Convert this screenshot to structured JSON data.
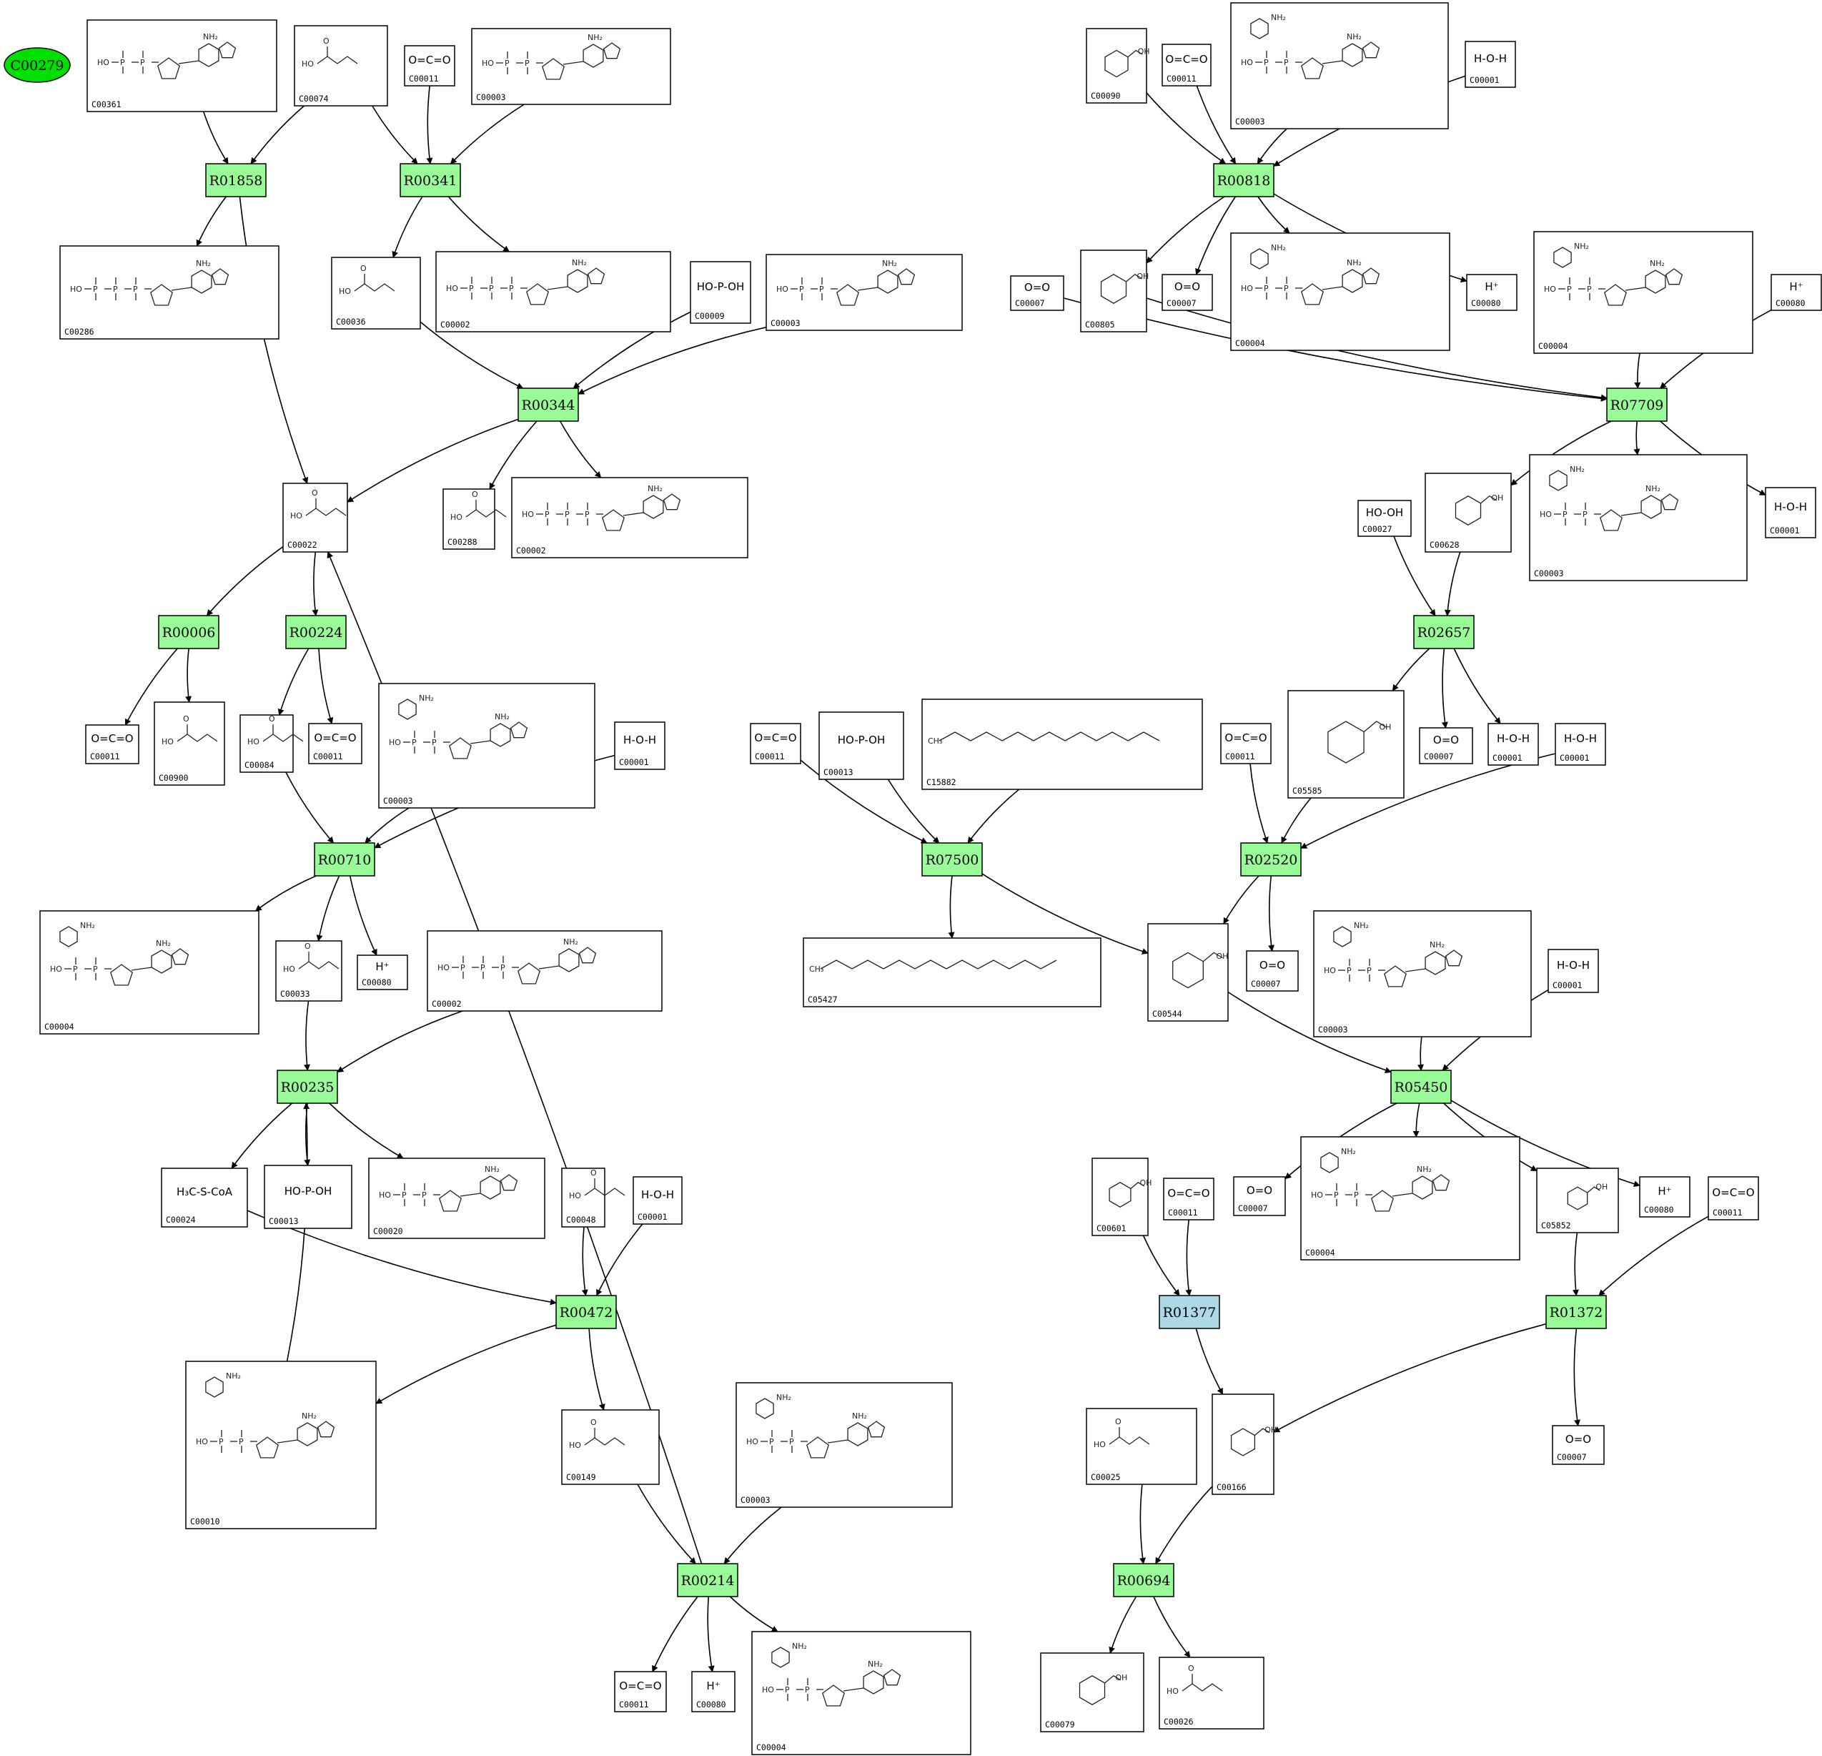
{
  "start_node": {
    "label": "C00279"
  },
  "reactions": [
    {
      "id": "R01858",
      "label": "R01858",
      "kind": "normal"
    },
    {
      "id": "R00341",
      "label": "R00341",
      "kind": "normal"
    },
    {
      "id": "R00344",
      "label": "R00344",
      "kind": "normal"
    },
    {
      "id": "R00006",
      "label": "R00006",
      "kind": "normal"
    },
    {
      "id": "R00224",
      "label": "R00224",
      "kind": "normal"
    },
    {
      "id": "R00710",
      "label": "R00710",
      "kind": "normal"
    },
    {
      "id": "R00235",
      "label": "R00235",
      "kind": "normal"
    },
    {
      "id": "R00472",
      "label": "R00472",
      "kind": "normal"
    },
    {
      "id": "R00214",
      "label": "R00214",
      "kind": "normal"
    },
    {
      "id": "R00818",
      "label": "R00818",
      "kind": "normal"
    },
    {
      "id": "R07709",
      "label": "R07709",
      "kind": "normal"
    },
    {
      "id": "R02657",
      "label": "R02657",
      "kind": "normal"
    },
    {
      "id": "R07500",
      "label": "R07500",
      "kind": "normal"
    },
    {
      "id": "R02520",
      "label": "R02520",
      "kind": "normal"
    },
    {
      "id": "R05450",
      "label": "R05450",
      "kind": "normal"
    },
    {
      "id": "R01377",
      "label": "R01377",
      "kind": "highlight"
    },
    {
      "id": "R01372",
      "label": "R01372",
      "kind": "normal"
    },
    {
      "id": "R00694",
      "label": "R00694",
      "kind": "normal"
    }
  ],
  "compounds": [
    {
      "key": "c00361_a",
      "id": "C00361",
      "structure": "nucleotide-diphosphate"
    },
    {
      "key": "c00074_a",
      "id": "C00074",
      "structure": "small"
    },
    {
      "key": "c00011_a",
      "id": "C00011",
      "structure": "co2"
    },
    {
      "key": "c00003_a",
      "id": "C00003",
      "structure": "nucleotide"
    },
    {
      "key": "c00286_a",
      "id": "C00286",
      "structure": "nucleotide-triphosphate"
    },
    {
      "key": "c00036_a",
      "id": "C00036",
      "structure": "small"
    },
    {
      "key": "c00002_a",
      "id": "C00002",
      "structure": "nucleotide-triphosphate"
    },
    {
      "key": "c00009_a",
      "id": "C00009",
      "structure": "phosphate"
    },
    {
      "key": "c00003_b",
      "id": "C00003",
      "structure": "nucleotide"
    },
    {
      "key": "c00022_a",
      "id": "C00022",
      "structure": "small"
    },
    {
      "key": "c00288_a",
      "id": "C00288",
      "structure": "small"
    },
    {
      "key": "c00002_b",
      "id": "C00002",
      "structure": "nucleotide-triphosphate"
    },
    {
      "key": "c00011_b",
      "id": "C00011",
      "structure": "co2"
    },
    {
      "key": "c00900_a",
      "id": "C00900",
      "structure": "small"
    },
    {
      "key": "c00084_a",
      "id": "C00084",
      "structure": "small"
    },
    {
      "key": "c00011_c",
      "id": "C00011",
      "structure": "co2"
    },
    {
      "key": "c00003_c",
      "id": "C00003",
      "structure": "nad"
    },
    {
      "key": "c00001_a",
      "id": "C00001",
      "structure": "water"
    },
    {
      "key": "c00004_a",
      "id": "C00004",
      "structure": "nad"
    },
    {
      "key": "c00033_a",
      "id": "C00033",
      "structure": "small"
    },
    {
      "key": "c00080_a",
      "id": "C00080",
      "structure": "proton"
    },
    {
      "key": "c00002_c",
      "id": "C00002",
      "structure": "nucleotide-triphosphate"
    },
    {
      "key": "c00024_a",
      "id": "C00024",
      "structure": "acetyl-coa"
    },
    {
      "key": "c00013_a",
      "id": "C00013",
      "structure": "phosphate"
    },
    {
      "key": "c00020_a",
      "id": "C00020",
      "structure": "nucleotide"
    },
    {
      "key": "c00048_a",
      "id": "C00048",
      "structure": "small"
    },
    {
      "key": "c00001_b",
      "id": "C00001",
      "structure": "water"
    },
    {
      "key": "c00010_a",
      "id": "C00010",
      "structure": "coa"
    },
    {
      "key": "c00149_a",
      "id": "C00149",
      "structure": "small"
    },
    {
      "key": "c00003_d",
      "id": "C00003",
      "structure": "nad"
    },
    {
      "key": "c00011_d",
      "id": "C00011",
      "structure": "co2"
    },
    {
      "key": "c00080_b",
      "id": "C00080",
      "structure": "proton"
    },
    {
      "key": "c00004_b",
      "id": "C00004",
      "structure": "nad"
    },
    {
      "key": "c00090_a",
      "id": "C00090",
      "structure": "ring"
    },
    {
      "key": "c00011_e",
      "id": "C00011",
      "structure": "co2"
    },
    {
      "key": "c00003_e",
      "id": "C00003",
      "structure": "nad"
    },
    {
      "key": "c00001_c",
      "id": "C00001",
      "structure": "water"
    },
    {
      "key": "c00007_a",
      "id": "C00007",
      "structure": "o2"
    },
    {
      "key": "c00805_a",
      "id": "C00805",
      "structure": "ring"
    },
    {
      "key": "c00007_b",
      "id": "C00007",
      "structure": "o2"
    },
    {
      "key": "c00004_c",
      "id": "C00004",
      "structure": "nad"
    },
    {
      "key": "c00080_c",
      "id": "C00080",
      "structure": "proton"
    },
    {
      "key": "c00004_d",
      "id": "C00004",
      "structure": "nad"
    },
    {
      "key": "c00080_d",
      "id": "C00080",
      "structure": "proton"
    },
    {
      "key": "c00027_a",
      "id": "C00027",
      "structure": "h2o2"
    },
    {
      "key": "c00628_a",
      "id": "C00628",
      "structure": "ring"
    },
    {
      "key": "c00003_f",
      "id": "C00003",
      "structure": "nad"
    },
    {
      "key": "c00001_d",
      "id": "C00001",
      "structure": "water"
    },
    {
      "key": "c05585_a",
      "id": "C05585",
      "structure": "ring"
    },
    {
      "key": "c00007_c",
      "id": "C00007",
      "structure": "o2"
    },
    {
      "key": "c00001_e",
      "id": "C00001",
      "structure": "water"
    },
    {
      "key": "c00011_f",
      "id": "C00011",
      "structure": "co2"
    },
    {
      "key": "c00013_b",
      "id": "C00013",
      "structure": "phosphate"
    },
    {
      "key": "c15882_a",
      "id": "C15882",
      "structure": "prenyl"
    },
    {
      "key": "c00011_g",
      "id": "C00011",
      "structure": "co2"
    },
    {
      "key": "c00001_f",
      "id": "C00001",
      "structure": "water"
    },
    {
      "key": "c05427_a",
      "id": "C05427",
      "structure": "prenyl"
    },
    {
      "key": "c00544_a",
      "id": "C00544",
      "structure": "ring"
    },
    {
      "key": "c00007_d",
      "id": "C00007",
      "structure": "o2"
    },
    {
      "key": "c00003_g",
      "id": "C00003",
      "structure": "nad"
    },
    {
      "key": "c00001_g",
      "id": "C00001",
      "structure": "water"
    },
    {
      "key": "c00007_e",
      "id": "C00007",
      "structure": "o2"
    },
    {
      "key": "c00004_e",
      "id": "C00004",
      "structure": "nad"
    },
    {
      "key": "c05852_a",
      "id": "C05852",
      "structure": "ring"
    },
    {
      "key": "c00080_e",
      "id": "C00080",
      "structure": "proton"
    },
    {
      "key": "c00011_h",
      "id": "C00011",
      "structure": "co2"
    },
    {
      "key": "c00601_a",
      "id": "C00601",
      "structure": "ring"
    },
    {
      "key": "c00011_i",
      "id": "C00011",
      "structure": "co2"
    },
    {
      "key": "c00166_a",
      "id": "C00166",
      "structure": "ring"
    },
    {
      "key": "c00007_f",
      "id": "C00007",
      "structure": "o2"
    },
    {
      "key": "c00025_a",
      "id": "C00025",
      "structure": "small"
    },
    {
      "key": "c00079_a",
      "id": "C00079",
      "structure": "ring"
    },
    {
      "key": "c00026_a",
      "id": "C00026",
      "structure": "small"
    }
  ],
  "formulas": {
    "co2": "O=C=O",
    "o2": "O=O",
    "water": "H-O-H",
    "proton": "H⁺",
    "h2o2": "HO-OH",
    "phosphate": "HO-P-OH",
    "acetyl": "H₃C-S-CoA"
  },
  "edges": [
    [
      "c00361_a",
      "R01858"
    ],
    [
      "c00074_a",
      "R01858"
    ],
    [
      "R01858",
      "c00286_a"
    ],
    [
      "R01858",
      "c00022_a"
    ],
    [
      "c00074_a",
      "R00341"
    ],
    [
      "c00011_a",
      "R00341"
    ],
    [
      "c00003_a",
      "R00341"
    ],
    [
      "R00341",
      "c00036_a"
    ],
    [
      "R00341",
      "c00002_a"
    ],
    [
      "c00036_a",
      "R00344"
    ],
    [
      "c00009_a",
      "R00344"
    ],
    [
      "c00003_b",
      "R00344"
    ],
    [
      "R00344",
      "c00022_a"
    ],
    [
      "R00344",
      "c00288_a"
    ],
    [
      "R00344",
      "c00002_b"
    ],
    [
      "c00022_a",
      "R00006"
    ],
    [
      "c00022_a",
      "R00224"
    ],
    [
      "R00006",
      "c00011_b"
    ],
    [
      "R00006",
      "c00900_a"
    ],
    [
      "R00224",
      "c00084_a"
    ],
    [
      "R00224",
      "c00011_c"
    ],
    [
      "c00084_a",
      "R00710"
    ],
    [
      "c00003_c",
      "R00710"
    ],
    [
      "c00001_a",
      "R00710"
    ],
    [
      "R00710",
      "c00004_a"
    ],
    [
      "R00710",
      "c00033_a"
    ],
    [
      "R00710",
      "c00080_a"
    ],
    [
      "c00033_a",
      "R00235"
    ],
    [
      "c00002_c",
      "R00235"
    ],
    [
      "c00010_a",
      "R00235"
    ],
    [
      "R00235",
      "c00024_a"
    ],
    [
      "R00235",
      "c00013_a"
    ],
    [
      "R00235",
      "c00020_a"
    ],
    [
      "c00024_a",
      "R00472"
    ],
    [
      "c00048_a",
      "R00472"
    ],
    [
      "c00001_b",
      "R00472"
    ],
    [
      "R00472",
      "c00010_a"
    ],
    [
      "R00472",
      "c00149_a"
    ],
    [
      "c00149_a",
      "R00214"
    ],
    [
      "c00003_d",
      "R00214"
    ],
    [
      "R00214",
      "c00022_a"
    ],
    [
      "R00214",
      "c00011_d"
    ],
    [
      "R00214",
      "c00080_b"
    ],
    [
      "R00214",
      "c00004_b"
    ],
    [
      "c00090_a",
      "R00818"
    ],
    [
      "c00011_e",
      "R00818"
    ],
    [
      "c00003_e",
      "R00818"
    ],
    [
      "c00001_c",
      "R00818"
    ],
    [
      "R00818",
      "c00805_a"
    ],
    [
      "R00818",
      "c00007_b"
    ],
    [
      "R00818",
      "c00004_c"
    ],
    [
      "R00818",
      "c00080_c"
    ],
    [
      "c00007_a",
      "R07709"
    ],
    [
      "c00805_a",
      "R07709"
    ],
    [
      "c00004_d",
      "R07709"
    ],
    [
      "c00080_d",
      "R07709"
    ],
    [
      "R07709",
      "c00628_a"
    ],
    [
      "R07709",
      "c00003_f"
    ],
    [
      "R07709",
      "c00001_d"
    ],
    [
      "c00027_a",
      "R02657"
    ],
    [
      "c00628_a",
      "R02657"
    ],
    [
      "R02657",
      "c05585_a"
    ],
    [
      "R02657",
      "c00007_c"
    ],
    [
      "R02657",
      "c00001_e"
    ],
    [
      "c00011_f",
      "R07500"
    ],
    [
      "c00013_b",
      "R07500"
    ],
    [
      "c15882_a",
      "R07500"
    ],
    [
      "R07500",
      "c05427_a"
    ],
    [
      "R07500",
      "c00544_a"
    ],
    [
      "c05585_a",
      "R02520"
    ],
    [
      "c00011_g",
      "R02520"
    ],
    [
      "c00001_f",
      "R02520"
    ],
    [
      "R02520",
      "c00544_a"
    ],
    [
      "R02520",
      "c00007_d"
    ],
    [
      "c00544_a",
      "R05450"
    ],
    [
      "c00003_g",
      "R05450"
    ],
    [
      "c00001_g",
      "R05450"
    ],
    [
      "R05450",
      "c00007_e"
    ],
    [
      "R05450",
      "c00004_e"
    ],
    [
      "R05450",
      "c05852_a"
    ],
    [
      "R05450",
      "c00080_e"
    ],
    [
      "c00601_a",
      "R01377"
    ],
    [
      "c00011_i",
      "R01377"
    ],
    [
      "R01377",
      "c00166_a"
    ],
    [
      "c05852_a",
      "R01372"
    ],
    [
      "c00011_h",
      "R01372"
    ],
    [
      "R01372",
      "c00166_a"
    ],
    [
      "R01372",
      "c00007_f"
    ],
    [
      "c00025_a",
      "R00694"
    ],
    [
      "c00166_a",
      "R00694"
    ],
    [
      "R00694",
      "c00079_a"
    ],
    [
      "R00694",
      "c00026_a"
    ]
  ]
}
